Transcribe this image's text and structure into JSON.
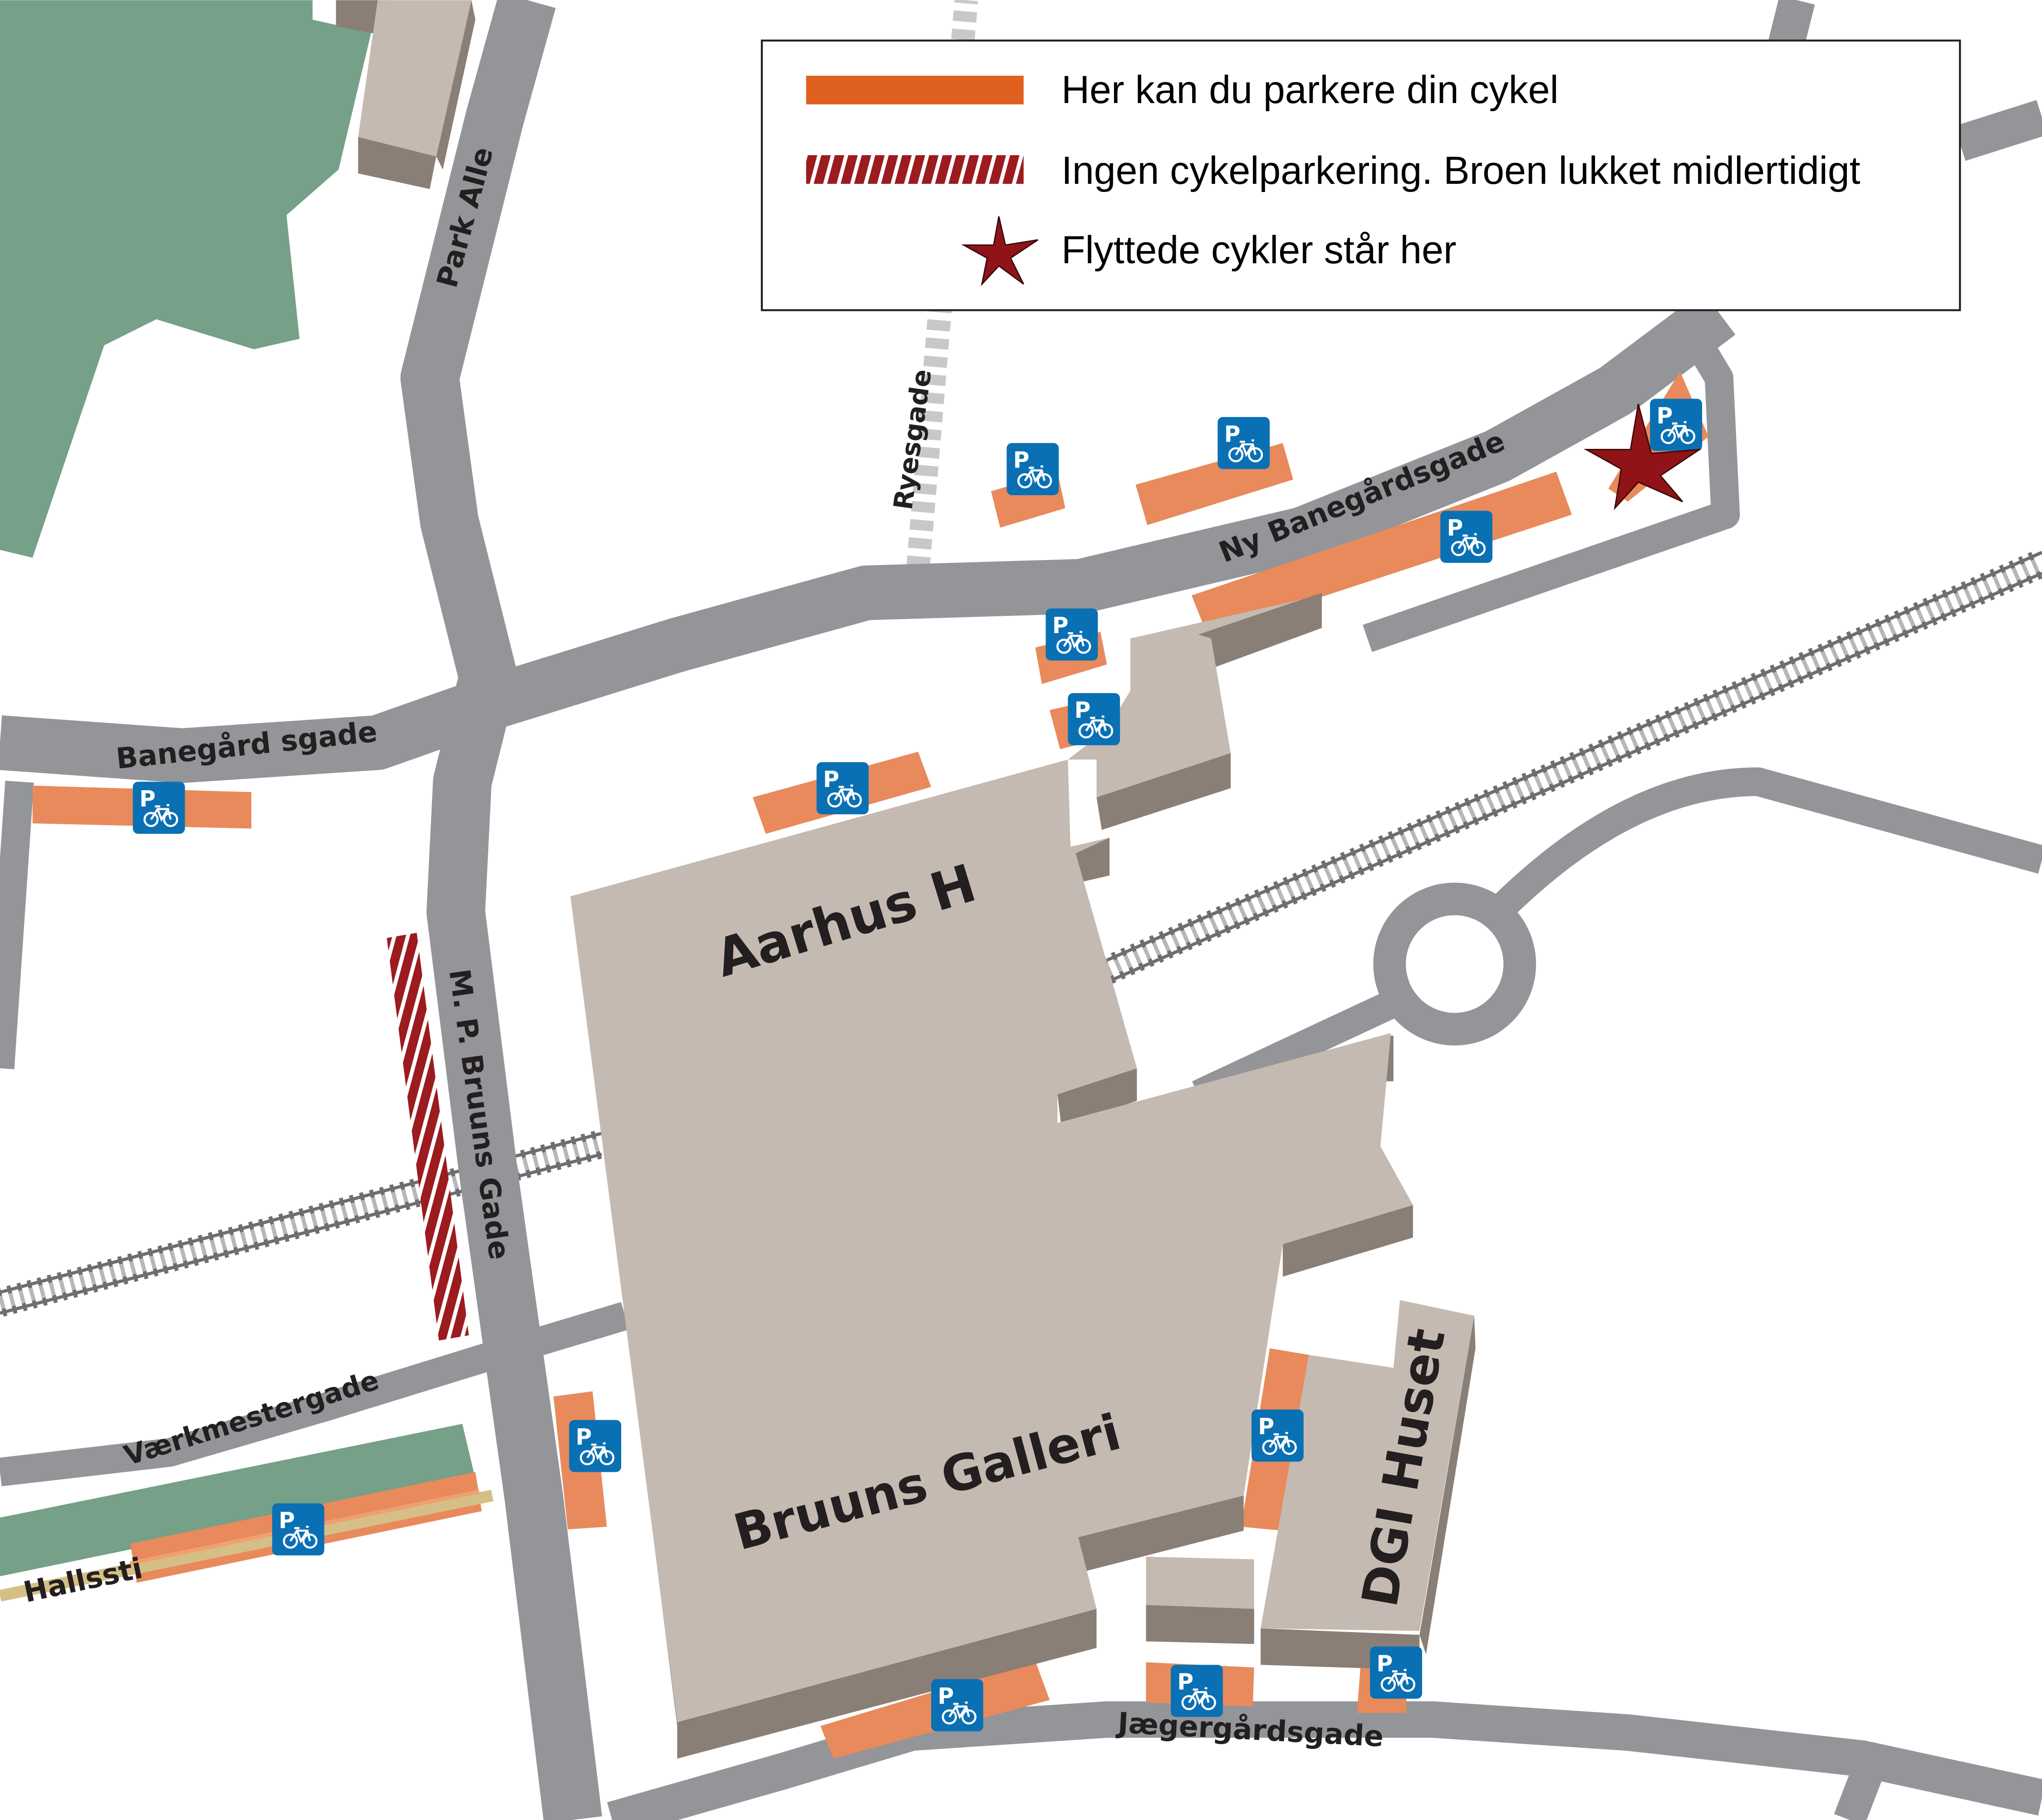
{
  "legend": {
    "items": [
      {
        "label": "Her kan du parkere din cykel",
        "symbol": "orange-bar"
      },
      {
        "label": "Ingen cykelparkering. Broen lukket midlertidigt",
        "symbol": "red-hatched-bar"
      },
      {
        "label": "Flyttede cykler står her",
        "symbol": "red-star"
      }
    ]
  },
  "places": {
    "station": "Aarhus H",
    "mall": "Bruuns Galleri",
    "dgi": "DGI Huset"
  },
  "streets": {
    "park_alle": "Park Alle",
    "ryesgade": "Ryesgade",
    "ny_banegaardsgade": "Ny Banegårdsgade",
    "banegaardsgade": "Banegård sgade",
    "mp_bruuns_gade": "M. P. Bruuns Gade",
    "vaerkmestergade": "Værkmestergade",
    "hallssti": "Hallssti",
    "jaegergaardsgade": "Jægergårdsgade"
  },
  "parking_sign_letter": "P",
  "colors": {
    "road": "#939598",
    "building": "#c4bab1",
    "building_side": "#8a7f76",
    "park": "#76a088",
    "parking": "#e88a5c",
    "legend_parking": "#e06020",
    "closed": "#9b1b1f",
    "sign": "#0a70b4"
  }
}
